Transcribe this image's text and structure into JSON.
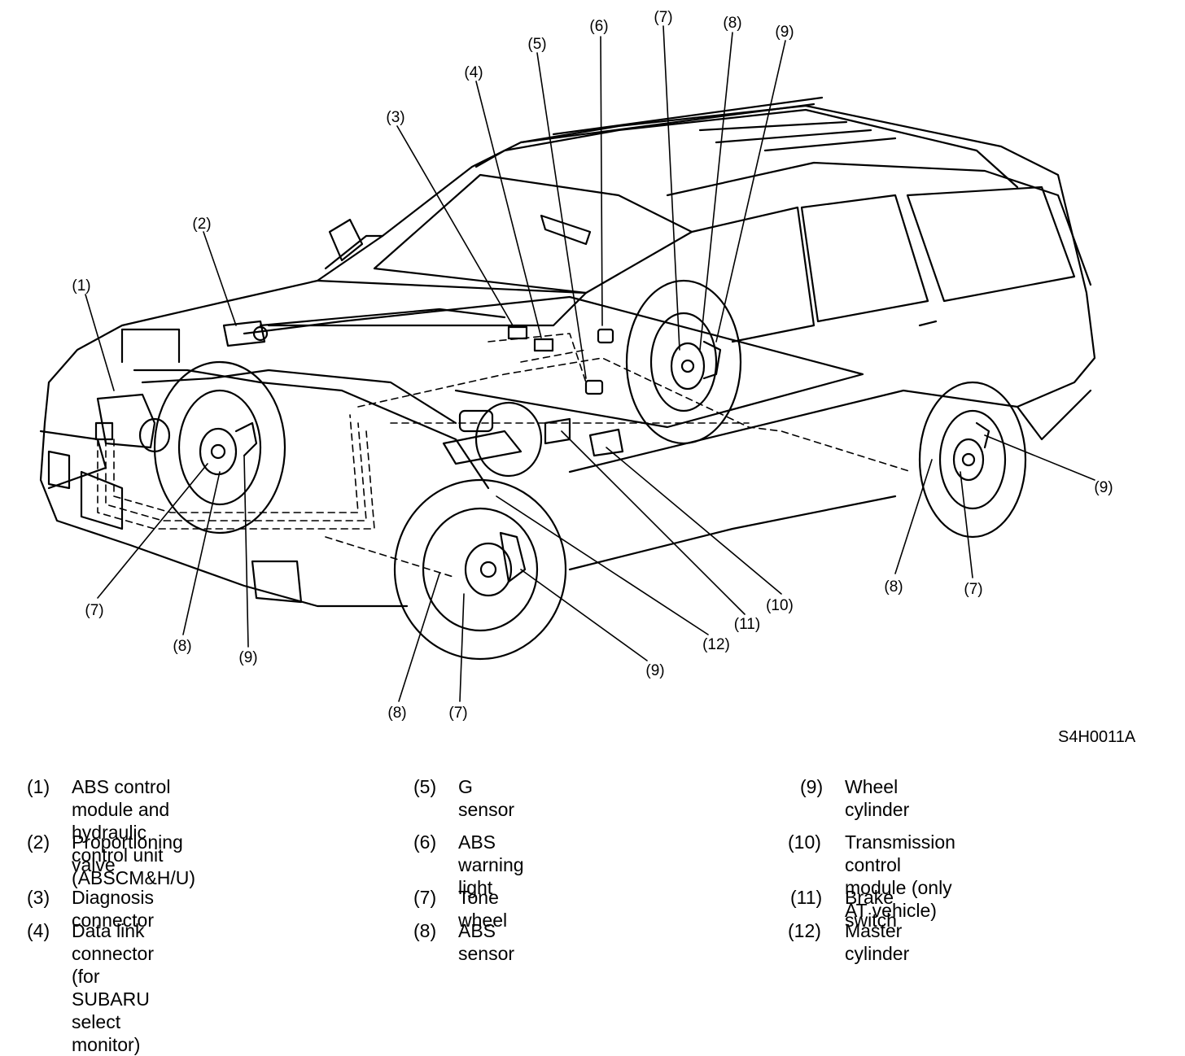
{
  "figure_id": "S4H0011A",
  "callouts": {
    "c1": "(1)",
    "c2": "(2)",
    "c3": "(3)",
    "c4": "(4)",
    "c5": "(5)",
    "c6": "(6)",
    "c7_top": "(7)",
    "c8_top": "(8)",
    "c9_top": "(9)",
    "c7_fl": "(7)",
    "c8_fl": "(8)",
    "c9_fl": "(9)",
    "c8_fr": "(8)",
    "c7_fr": "(7)",
    "c9_fr": "(9)",
    "c12": "(12)",
    "c11": "(11)",
    "c10": "(10)",
    "c9_rr": "(9)",
    "c8_rr": "(8)",
    "c7_rr": "(7)"
  },
  "legend": [
    {
      "num": "(1)",
      "text": "ABS control module and hydraulic\ncontrol unit (ABSCM&H/U)"
    },
    {
      "num": "(2)",
      "text": "Proportioning valve"
    },
    {
      "num": "(3)",
      "text": "Diagnosis connector"
    },
    {
      "num": "(4)",
      "text": "Data link connector (for SUBARU\nselect monitor)"
    },
    {
      "num": "(5)",
      "text": "G sensor"
    },
    {
      "num": "(6)",
      "text": "ABS warning light"
    },
    {
      "num": "(7)",
      "text": "Tone wheel"
    },
    {
      "num": "(8)",
      "text": "ABS sensor"
    },
    {
      "num": "(9)",
      "text": "Wheel cylinder"
    },
    {
      "num": "(10)",
      "text": "Transmission control module (only\nAT vehicle)"
    },
    {
      "num": "(11)",
      "text": "Brake switch"
    },
    {
      "num": "(12)",
      "text": "Master cylinder"
    }
  ]
}
